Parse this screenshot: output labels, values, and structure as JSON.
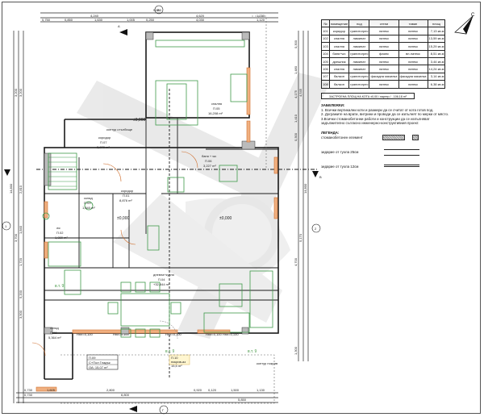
{
  "drawing": {
    "type": "floor-plan",
    "room_table": {
      "headers": [
        "№",
        "помещение",
        "под",
        "стени",
        "таван",
        "площ"
      ],
      "rows": [
        {
          "num": "101",
          "name": "коридор",
          "floor": "гранитогрес",
          "walls": "латекс",
          "ceiling": "латекс",
          "area": "7,13 кв.м"
        },
        {
          "num": "102",
          "name": "спалня",
          "floor": "ламинат",
          "walls": "латекс",
          "ceiling": "латекс",
          "area": "13,59 кв.м"
        },
        {
          "num": "103",
          "name": "спалня",
          "floor": "ламинат",
          "walls": "латекс",
          "ceiling": "латекс",
          "area": "15,29 кв.м"
        },
        {
          "num": "104",
          "name": "баня+wc",
          "floor": "гранитогрес",
          "walls": "фаянс",
          "ceiling": "вл.латекс",
          "area": "8,51 кв.м"
        },
        {
          "num": "105",
          "name": "дрешник",
          "floor": "ламинат",
          "walls": "латекс",
          "ceiling": "латекс",
          "area": "3,44 кв.м"
        },
        {
          "num": "106",
          "name": "спалня",
          "floor": "ламинат",
          "walls": "латекс",
          "ceiling": "латекс",
          "area": "14,24 кв.м"
        },
        {
          "num": "107",
          "name": "балкон",
          "floor": "гранитогрес",
          "walls": "фасадна мазилка",
          "ceiling": "фасадна мазилка",
          "area": "3,14 кв.м"
        },
        {
          "num": "108",
          "name": "балкон",
          "floor": "гранитогрес",
          "walls": "латекс",
          "ceiling": "латекс",
          "area": "6,38 кв.м"
        }
      ]
    },
    "built_area_label": "ЗАСТРОЕНА ПЛОЩ НА КОТА  ±0,00 / партер / - 106,18 m²",
    "notes": {
      "title": "ЗАБЕЛЕЖКИ:",
      "items": [
        "1. Всички вертикални коти и размери да се считат от кота готов под.",
        "2. Догражите на врати, витрини и проводи да се изпълнят по мерки от място.",
        "3.Всички стоманобетонни работи и конструкции да се изпълняват",
        "задължително съгласно инженерно-конструктивния проект."
      ]
    },
    "legend": {
      "title": "ЛЕГЕНДА:",
      "items": [
        {
          "label": "стоманобетонен елемент",
          "symbol": "hatch"
        },
        {
          "label": "зидарие от тухла 25см",
          "symbol": "double-line"
        },
        {
          "label": "зидарие от тухла 12см",
          "symbol": "thick-double-line"
        }
      ]
    },
    "north_arrow": {
      "label": "С",
      "icon": "north-arrow-icon"
    },
    "section_markers": [
      {
        "label": "A",
        "icon": "section-arrow-icon"
      },
      {
        "label": "B",
        "icon": "section-arrow-icon"
      }
    ],
    "axis_markers": [
      "1",
      "2",
      "В",
      "Г"
    ],
    "rooms": [
      {
        "name": "спалня",
        "code": "П.05",
        "area": "16,208 m²"
      },
      {
        "name": "коридор",
        "code": "П.01",
        "area": "8,876 m²"
      },
      {
        "name": "коридор",
        "code": "П.07",
        "area": "3,870 m²"
      },
      {
        "name": "баня + wc",
        "code": "П.06",
        "area": "3,227 m²"
      },
      {
        "name": "склад",
        "code": "П.03",
        "area": "1,840 m²"
      },
      {
        "name": "wc",
        "code": "П.02",
        "area": "1,880 m²"
      },
      {
        "name": "дневна+кухня",
        "code": "П.04",
        "area": "+32,844 m²"
      },
      {
        "name": "склад",
        "code": "П.08",
        "area": "5,364 m²"
      },
      {
        "name": "тераса",
        "code": "П.09",
        "area": "16,12 m²"
      }
    ],
    "levels": [
      "±0,000",
      "±0,000",
      "±0,000"
    ],
    "outline_label": "контур покрив",
    "outline_label_2": "контур покрив",
    "stair_label": "контур стълбище",
    "wall_label": "бетон. стена",
    "top_dims": {
      "overall": "9,650",
      "row1": [
        "4,240",
        "4,620",
        "1,230"
      ],
      "row2": [
        "0,750",
        "0,850",
        "1,630",
        "1,005",
        "0,250",
        "4,030",
        "1,120"
      ]
    },
    "bottom_dims": {
      "row1": [
        "0,730",
        "1,605",
        "2,800",
        "0,920",
        "0,120",
        "1,500",
        "1,130"
      ],
      "row2": [
        "0,730",
        "6,800"
      ],
      "overall": "5,850"
    },
    "left_dims": [
      "3,200",
      "3,200",
      "14,800",
      "2,810",
      "1,840",
      "1,720",
      "3,700",
      "5,200",
      "3,500"
    ],
    "right_dims": [
      "0,300",
      "1,480",
      "4,545",
      "4,175",
      "1,410",
      "0,300",
      "14,800",
      "5,170",
      "4,700",
      "1,300"
    ],
    "window_tags": [
      "0,820 / 1,400",
      "0,600 / 1,400",
      "1,600 / 2,160",
      "0,600 / 2,160",
      "0,750 / 2,100",
      "0,780 / 2,100"
    ],
    "sill_tags": [
      "Нпл=0,100",
      "Нпл=0,100",
      "Нпл=0,100",
      "Нпл=0,100 Нпл=0,100"
    ],
    "inner_dims": [
      "4,730",
      "2,850",
      "2,090",
      "3,250",
      "2,810",
      "1,400",
      "1,030",
      "3,920"
    ],
    "stamp_box": {
      "line1": "П.09",
      "line2": "С+Пол Гладък",
      "line3": "ОА: 15,07 m²"
    },
    "roof_note": {
      "line1": "П.10",
      "line2": "покрив-аз",
      "line3": "15,5 m²"
    },
    "st_marks": [
      "в.т. 9",
      "в.т. 9",
      "в.т. 9"
    ],
    "colors": {
      "walls": "#1a1a1a",
      "furniture": "#3f9a4a",
      "openings": "#e08a3a",
      "hatch": "#9a9a9a",
      "watermark": "#d0d0d0"
    }
  }
}
